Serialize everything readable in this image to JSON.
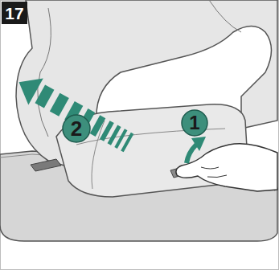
{
  "diagram": {
    "nodes": [
      {
        "text": [
          "17"
        ]
      },
      {
        "text": [
          "1"
        ]
      },
      {
        "text": [
          "2"
        ]
      }
    ]
  }
}
